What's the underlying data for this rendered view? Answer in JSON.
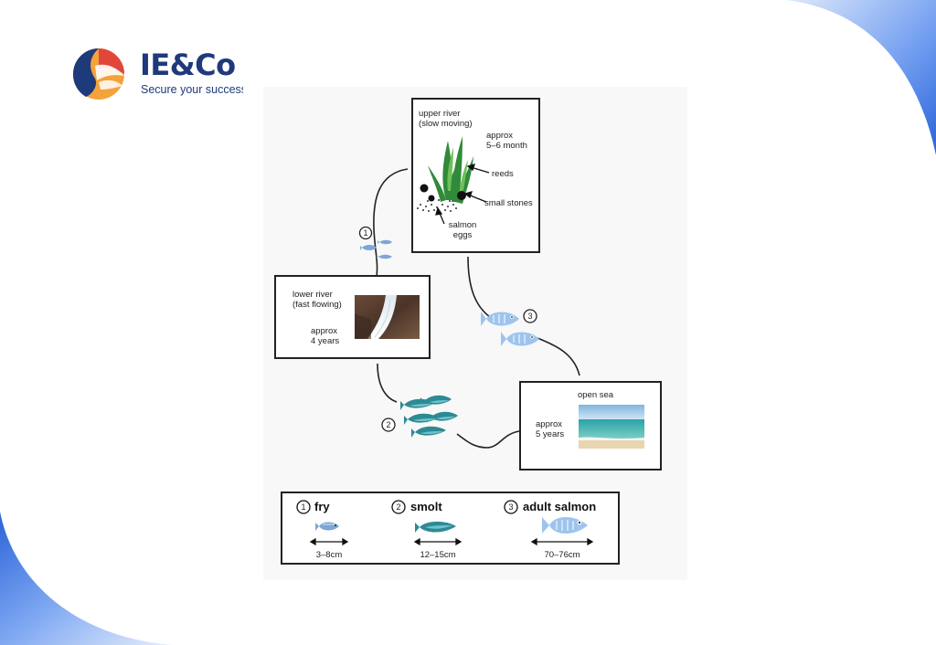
{
  "brand": {
    "name": "IE&Co",
    "tagline": "Secure your success"
  },
  "colors": {
    "brand_navy": "#1e3a7b",
    "brand_red": "#e0473a",
    "brand_orange": "#f4a23a",
    "brand_blue": "#2a6bd6",
    "fish_light": "#9ec4ee",
    "fish_teal": "#2d8a94"
  },
  "diagram": {
    "upper_river": {
      "title_1": "upper river",
      "title_2": "(slow moving)",
      "duration_1": "approx",
      "duration_2": "5–6 month",
      "label_reeds": "reeds",
      "label_stones": "small stones",
      "label_eggs_1": "salmon",
      "label_eggs_2": "eggs"
    },
    "lower_river": {
      "title_1": "lower river",
      "title_2": "(fast flowing)",
      "duration_1": "approx",
      "duration_2": "4 years"
    },
    "open_sea": {
      "title": "open sea",
      "duration_1": "approx",
      "duration_2": "5 years"
    },
    "stage_markers": [
      "1",
      "2",
      "3"
    ]
  },
  "legend": [
    {
      "number": "1",
      "name": "fry",
      "size": "3–8cm",
      "icon": "fry-fish-icon"
    },
    {
      "number": "2",
      "name": "smolt",
      "size": "12–15cm",
      "icon": "smolt-fish-icon"
    },
    {
      "number": "3",
      "name": "adult salmon",
      "size": "70–76cm",
      "icon": "adult-salmon-icon"
    }
  ]
}
